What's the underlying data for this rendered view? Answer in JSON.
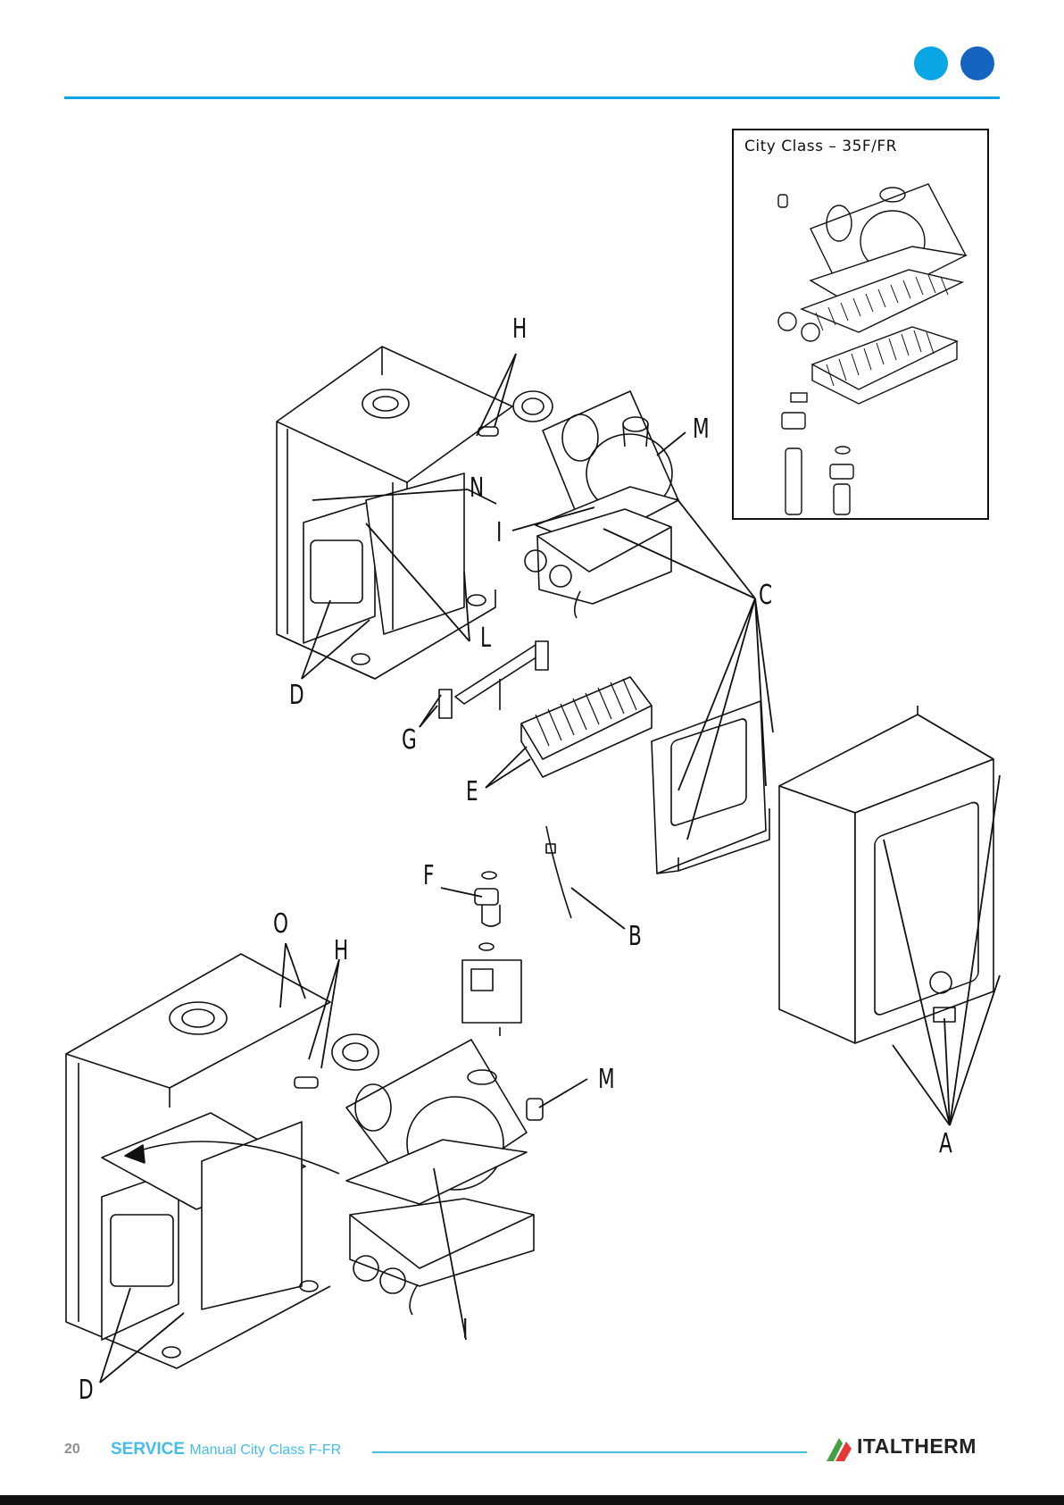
{
  "header": {
    "accent_color": "#0aa6e6",
    "dark_color": "#1565c0"
  },
  "inset": {
    "title": "City Class – 35F/FR"
  },
  "callouts": {
    "h_top": "H",
    "m_top": "M",
    "n": "N",
    "i_top": "I",
    "c": "C",
    "l": "L",
    "d_top": "D",
    "g": "G",
    "e": "E",
    "f": "F",
    "b": "B",
    "o": "O",
    "h_bottom": "H",
    "m_bottom": "M",
    "a": "A",
    "i_bottom": "I",
    "d_bottom": "D"
  },
  "footer": {
    "page_number": "20",
    "service": "SERVICE",
    "manual": "Manual City Class F-FR",
    "brand": "ITALTHERM",
    "brand_colors": [
      "#e53935",
      "#43a047"
    ]
  }
}
